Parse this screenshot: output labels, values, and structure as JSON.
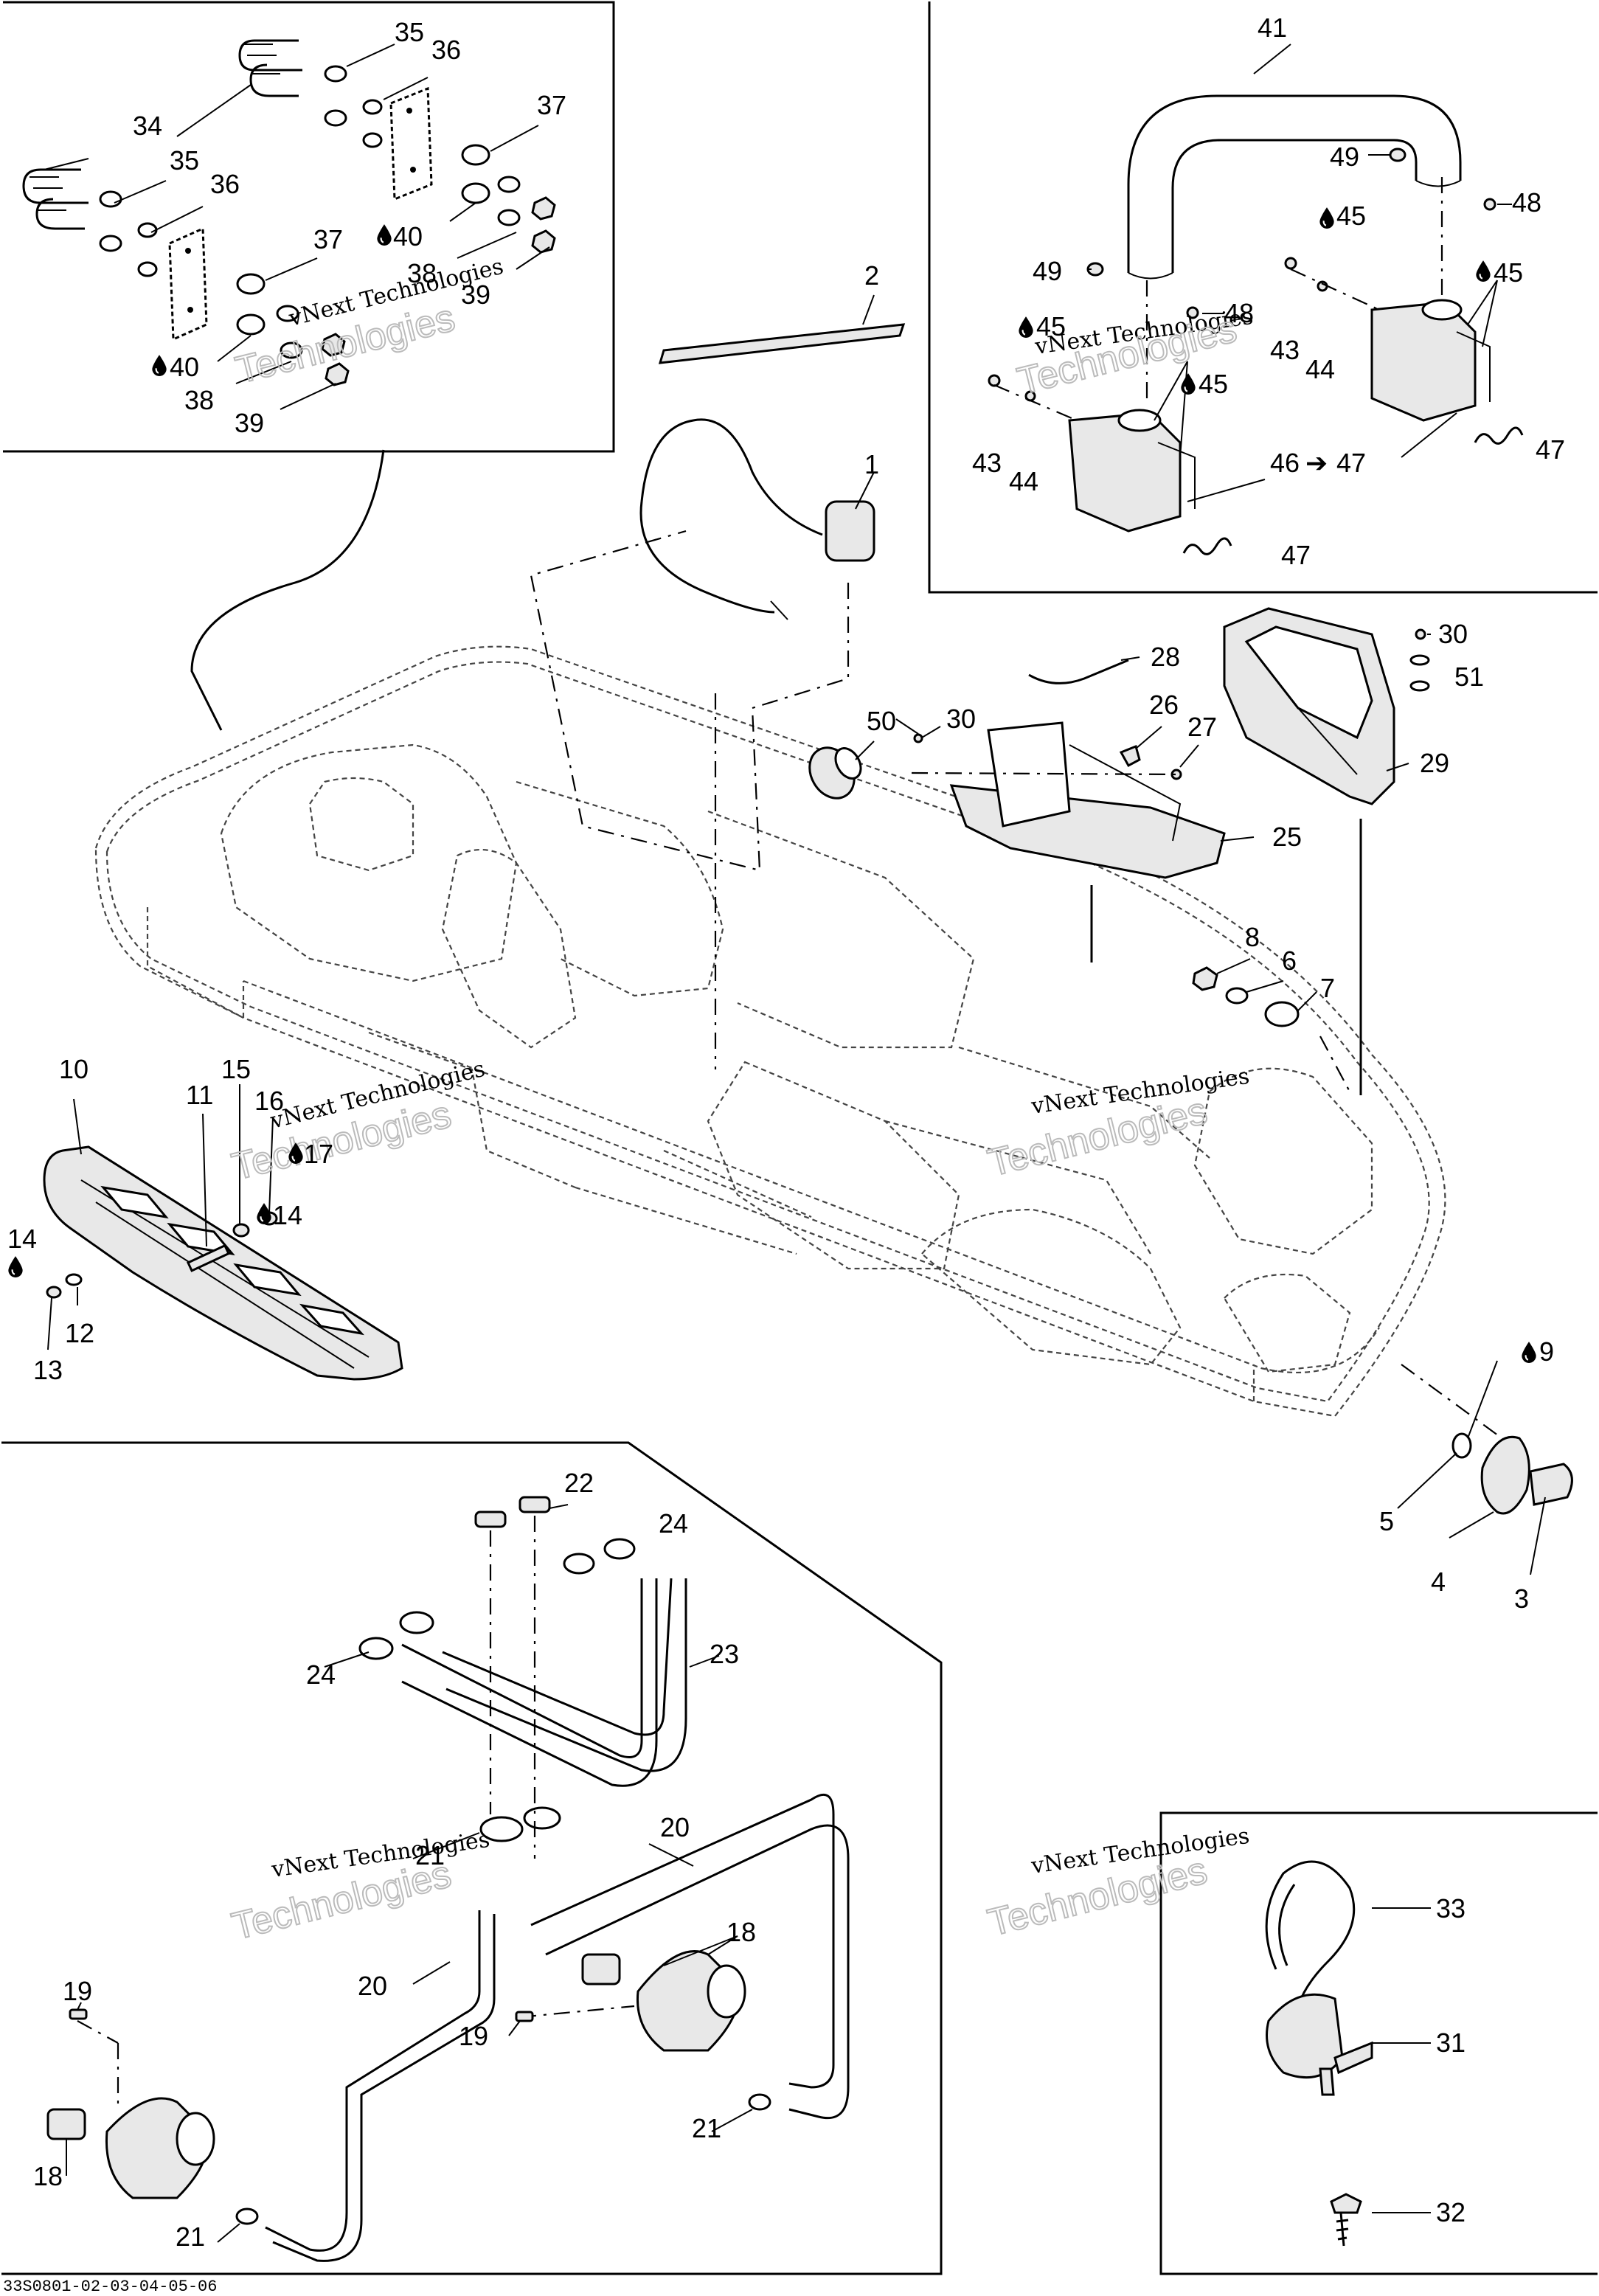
{
  "diagram": {
    "reference_code": "33S0801-02-03-04-05-06",
    "watermark_line1": "vNext Technologies",
    "watermark_line2": "Technologies",
    "callouts": {
      "c1": "1",
      "c2": "2",
      "c3": "3",
      "c4": "4",
      "c5": "5",
      "c6": "6",
      "c7": "7",
      "c8": "8",
      "c9": "9",
      "c10": "10",
      "c11": "11",
      "c12": "12",
      "c13": "13",
      "c14a": "14",
      "c14b": "14",
      "c15": "15",
      "c16": "16",
      "c17": "17",
      "c18a": "18",
      "c18b": "18",
      "c19a": "19",
      "c19b": "19",
      "c20a": "20",
      "c20b": "20",
      "c21a": "21",
      "c21b": "21",
      "c21c": "21",
      "c22": "22",
      "c23": "23",
      "c24a": "24",
      "c24b": "24",
      "c25": "25",
      "c26": "26",
      "c27": "27",
      "c28": "28",
      "c29": "29",
      "c30a": "30",
      "c30b": "30",
      "c31": "31",
      "c32": "32",
      "c33": "33",
      "c34": "34",
      "c35a": "35",
      "c35b": "35",
      "c36a": "36",
      "c36b": "36",
      "c37a": "37",
      "c37b": "37",
      "c38a": "38",
      "c38b": "38",
      "c39a": "39",
      "c39b": "39",
      "c40a": "40",
      "c40b": "40",
      "c41": "41",
      "c43a": "43",
      "c43b": "43",
      "c44a": "44",
      "c44b": "44",
      "c45a": "45",
      "c45b": "45",
      "c45c": "45",
      "c45d": "45",
      "c46": "46",
      "c47a": "47",
      "c47b": "47",
      "c47c": "47",
      "c48a": "48",
      "c48b": "48",
      "c49a": "49",
      "c49b": "49",
      "c50": "50",
      "c51": "51"
    },
    "arrow_glyph": "➔",
    "drop_icon": "oil-drop-icon"
  }
}
